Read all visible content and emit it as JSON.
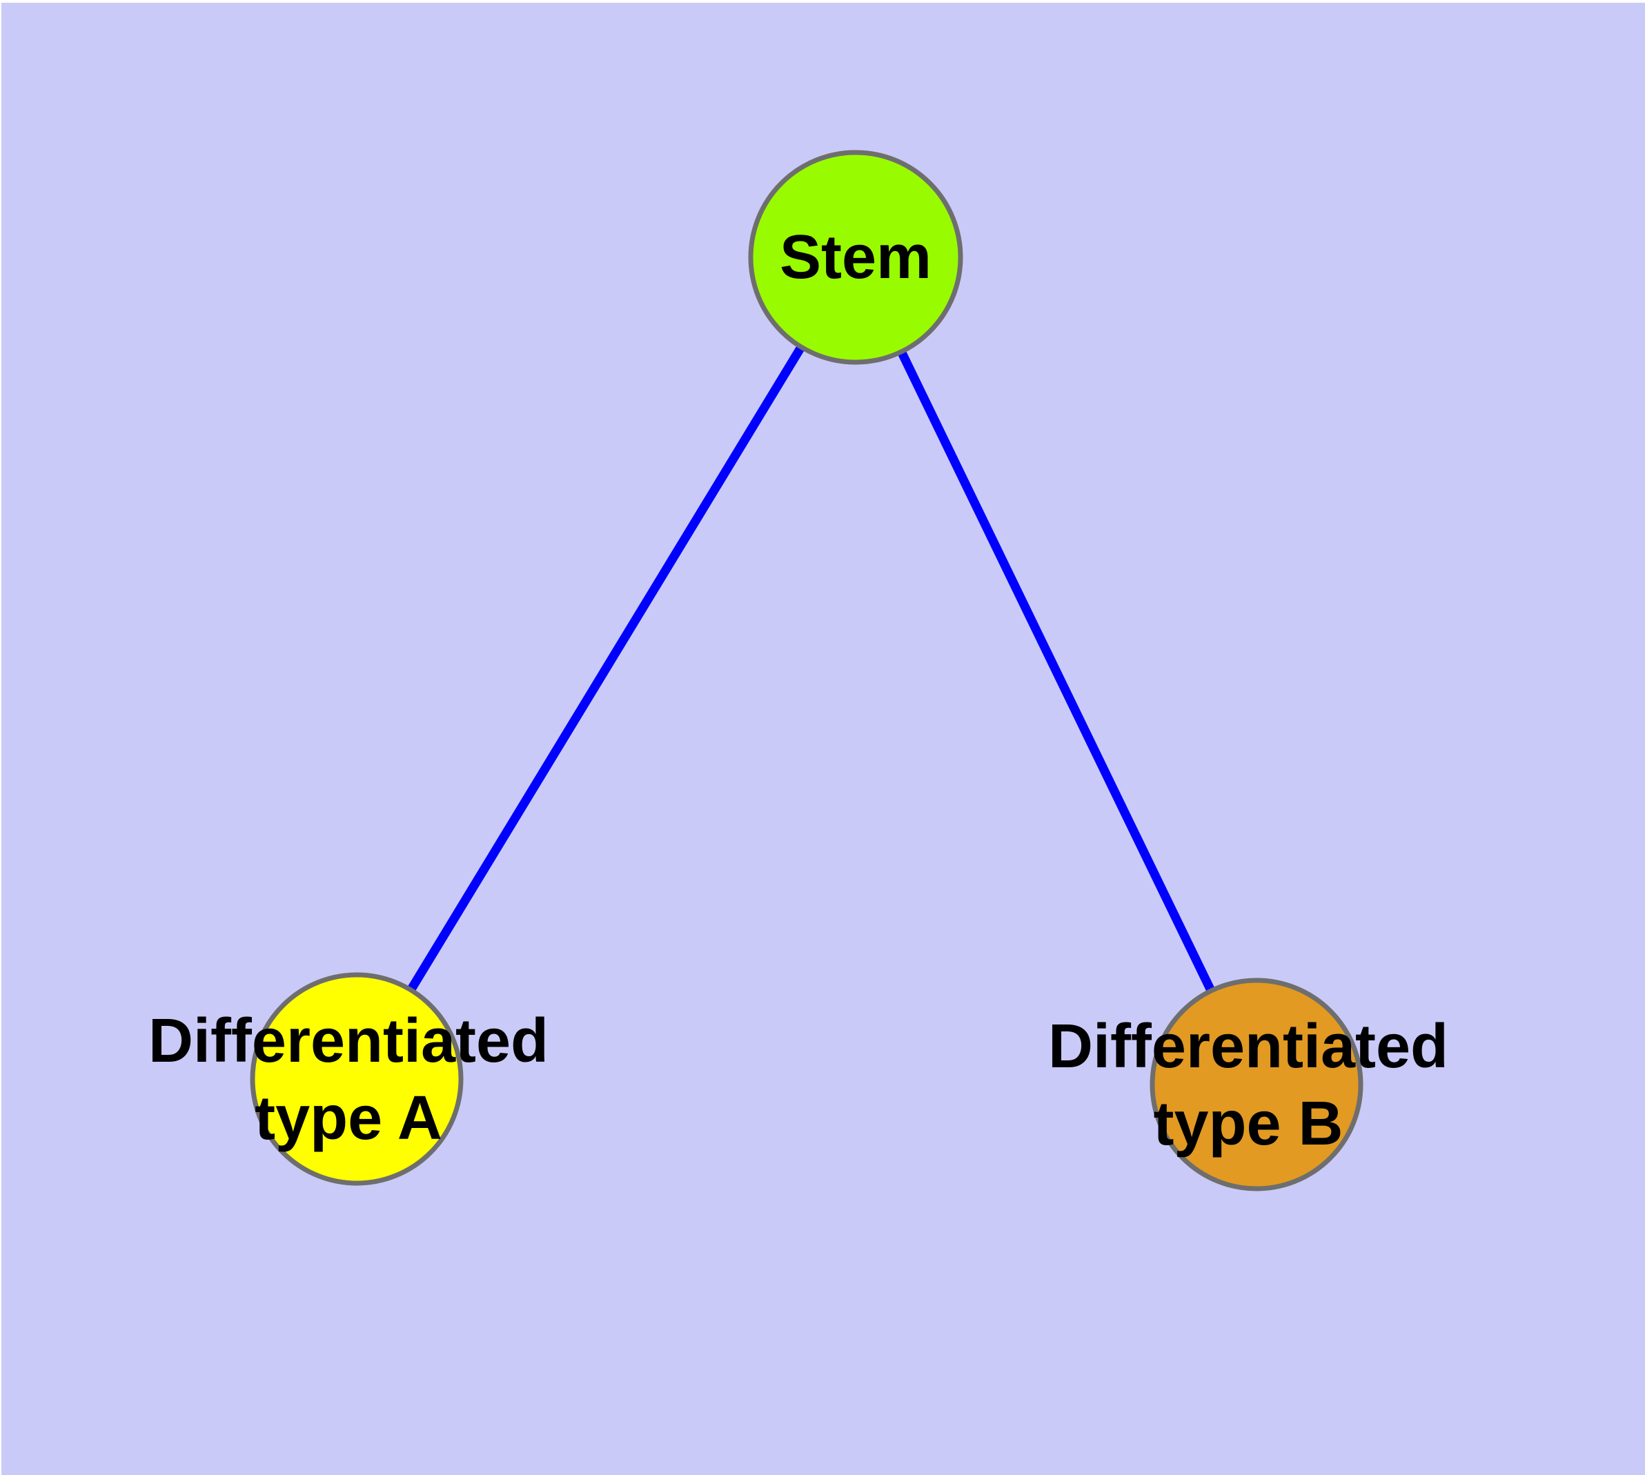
{
  "diagram": {
    "type": "node-link-graph",
    "description": "Cell differentiation hierarchy: a stem node connected to two differentiated type nodes",
    "colors": {
      "background": "#CACAF8",
      "frame": "#FFFFFF",
      "edge": "#0000FF",
      "node_border": "#6E6E6E",
      "label_text": "#000000"
    },
    "nodes": [
      {
        "id": "stem",
        "label": "Stem",
        "label_lines": [
          "Stem"
        ],
        "fill_color": "#99FB00"
      },
      {
        "id": "differentiated-type-a",
        "label": "Differentiated type A",
        "label_lines": [
          "Differentiated",
          "type A"
        ],
        "fill_color": "#FFFF00"
      },
      {
        "id": "differentiated-type-b",
        "label": "Differentiated type B",
        "label_lines": [
          "Differentiated",
          "type B"
        ],
        "fill_color": "#E29A22"
      }
    ],
    "edges": [
      {
        "from": "stem",
        "to": "differentiated-type-a"
      },
      {
        "from": "stem",
        "to": "differentiated-type-b"
      }
    ]
  }
}
